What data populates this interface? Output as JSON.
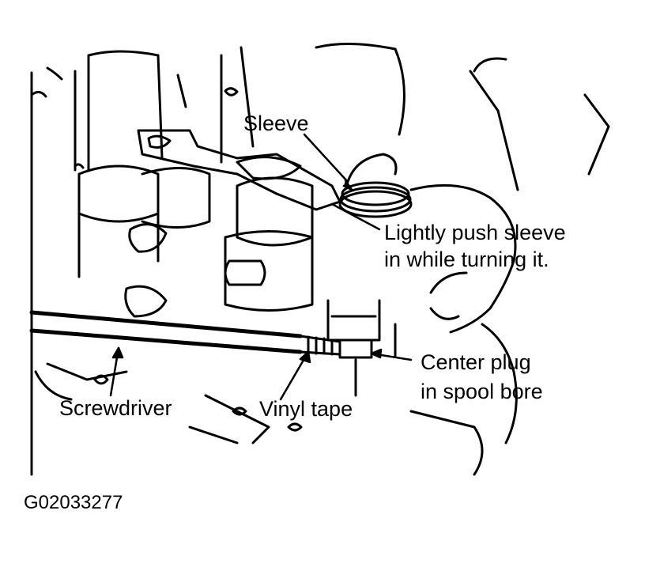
{
  "labels": {
    "sleeve": "Sleeve",
    "push_line1": "Lightly push sleeve",
    "push_line2": "in while turning it.",
    "center_line1": "Center plug",
    "center_line2": "in spool bore",
    "screwdriver": "Screwdriver",
    "vinyl_tape": "Vinyl tape"
  },
  "figure_code": "G02033277",
  "colors": {
    "ink": "#000000",
    "paper": "#ffffff"
  }
}
